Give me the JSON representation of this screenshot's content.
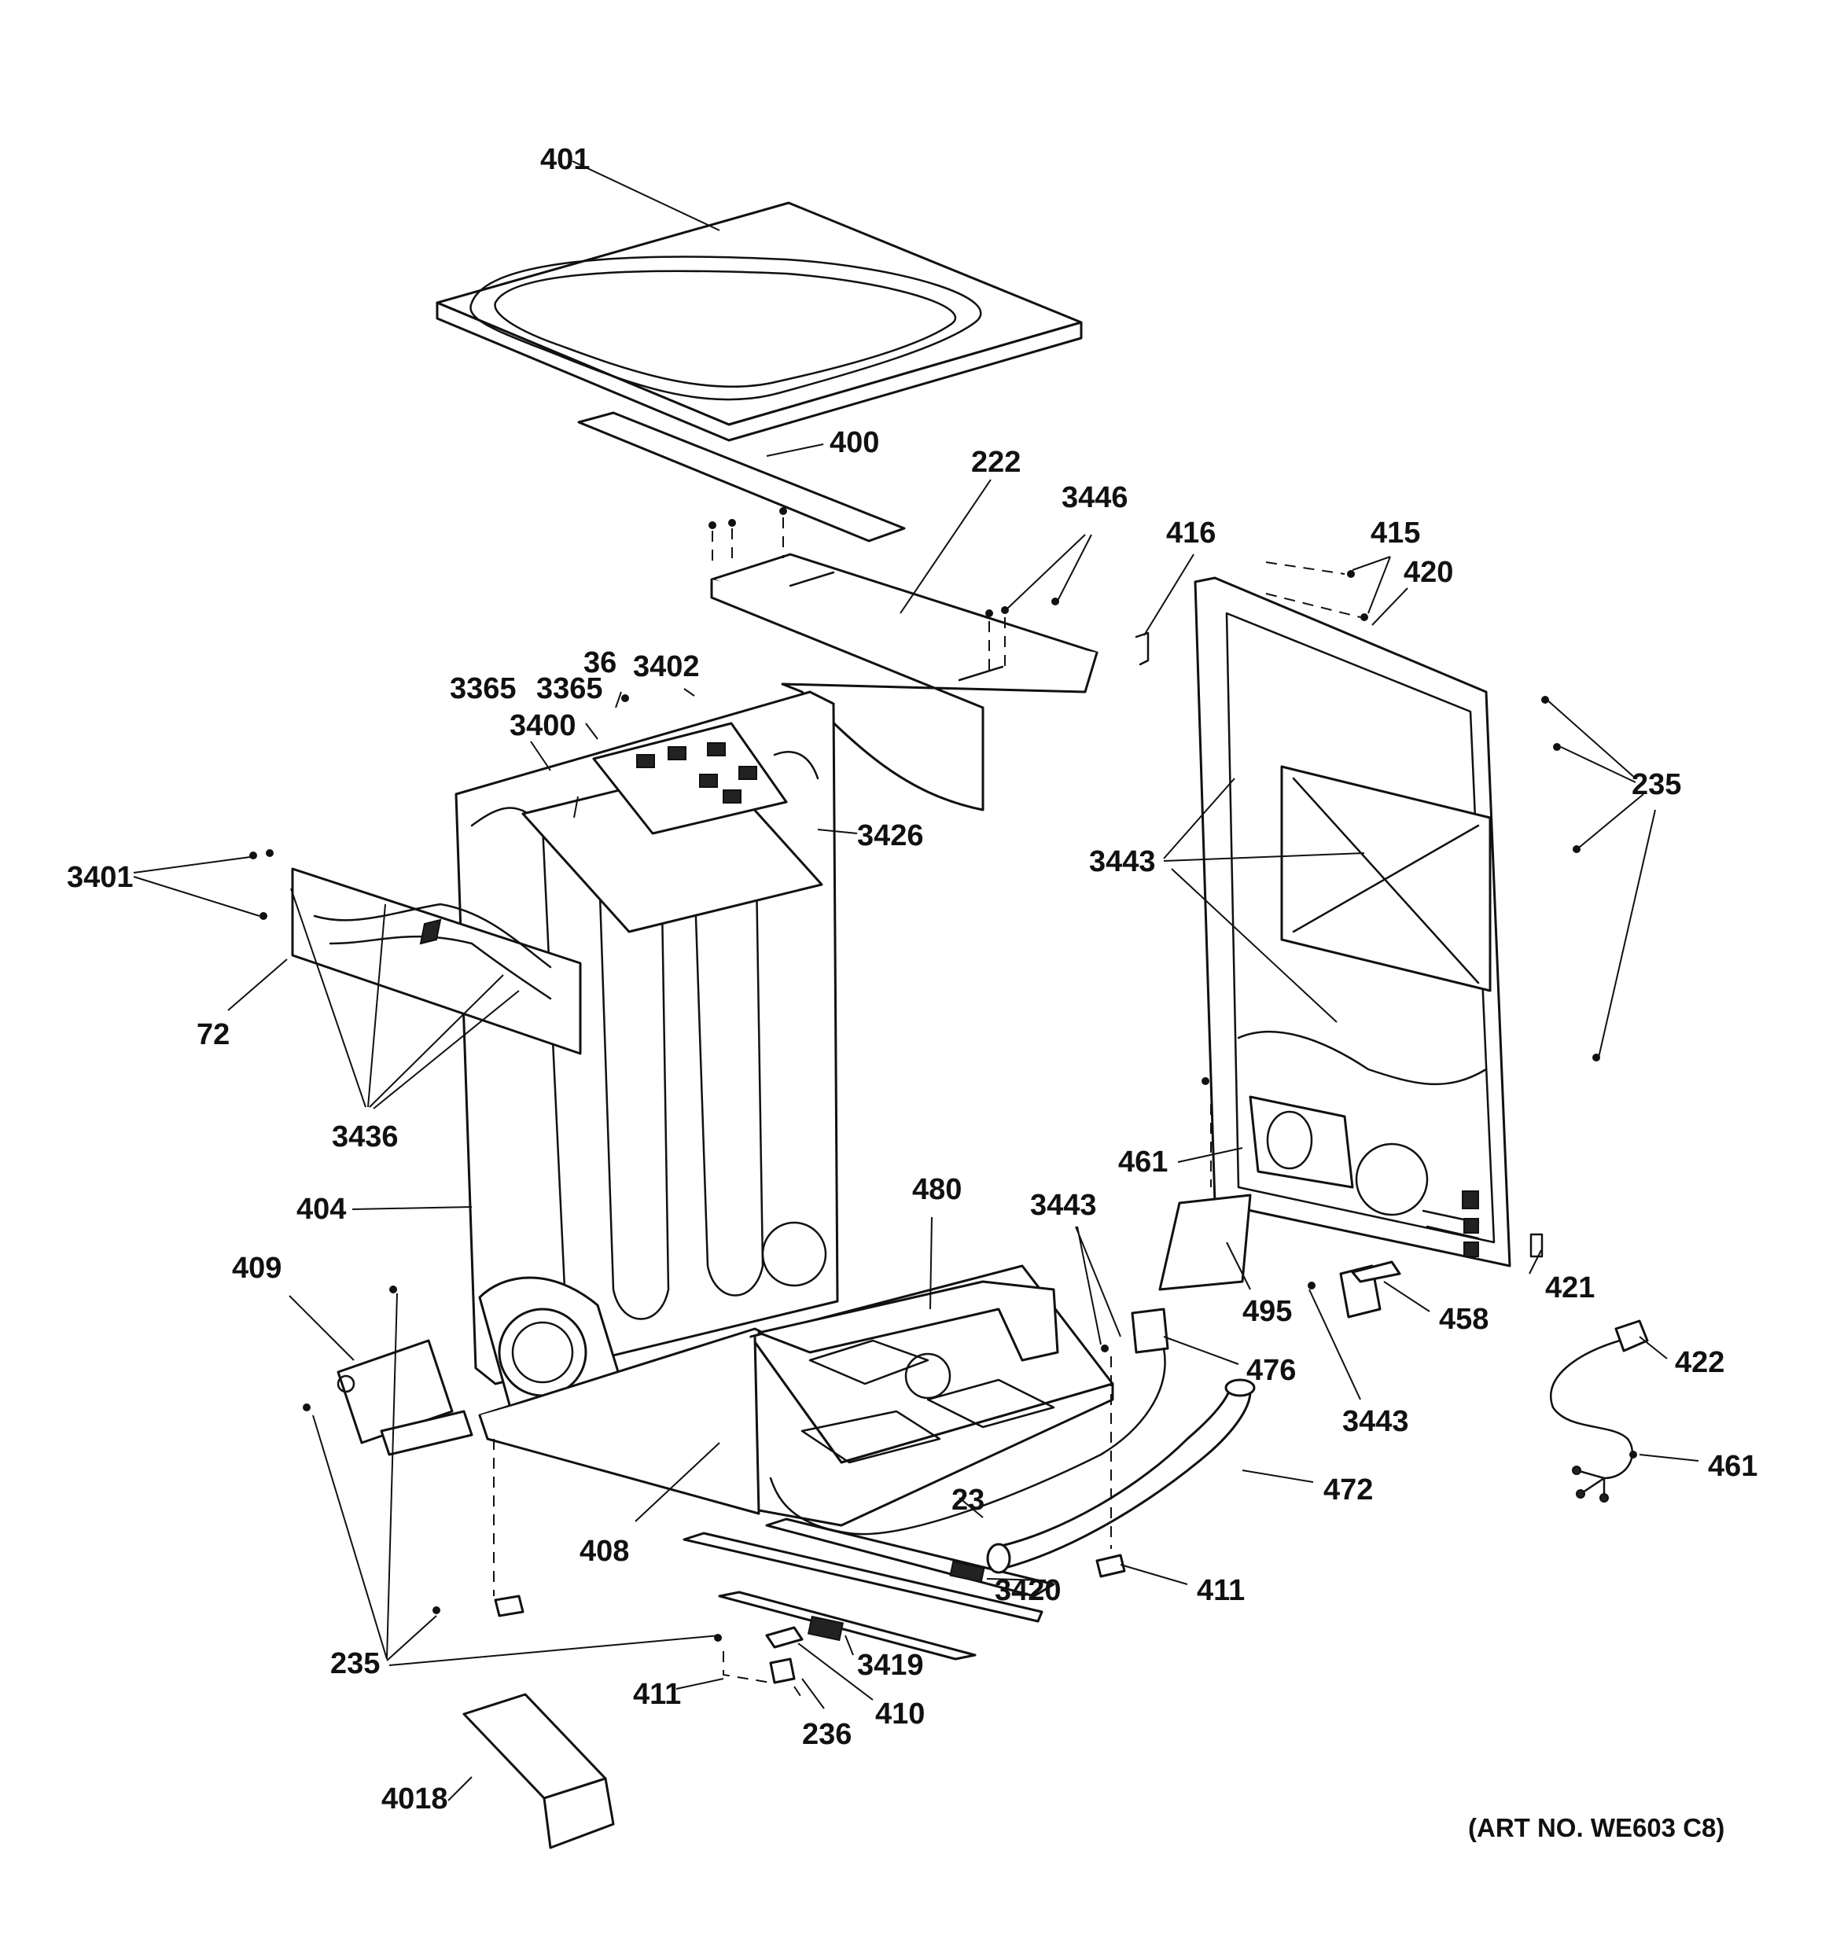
{
  "diagram": {
    "caption": "(ART NO. WE603 C8)",
    "callouts": [
      {
        "id": "c-401",
        "text": "401"
      },
      {
        "id": "c-400",
        "text": "400"
      },
      {
        "id": "c-222",
        "text": "222"
      },
      {
        "id": "c-3446",
        "text": "3446"
      },
      {
        "id": "c-416",
        "text": "416"
      },
      {
        "id": "c-415",
        "text": "415"
      },
      {
        "id": "c-420",
        "text": "420"
      },
      {
        "id": "c-235-right",
        "text": "235"
      },
      {
        "id": "c-36",
        "text": "36"
      },
      {
        "id": "c-3402",
        "text": "3402"
      },
      {
        "id": "c-3365-a",
        "text": "3365"
      },
      {
        "id": "c-3365-b",
        "text": "3365"
      },
      {
        "id": "c-3400",
        "text": "3400"
      },
      {
        "id": "c-3426",
        "text": "3426"
      },
      {
        "id": "c-3443-top",
        "text": "3443"
      },
      {
        "id": "c-3401",
        "text": "3401"
      },
      {
        "id": "c-72",
        "text": "72"
      },
      {
        "id": "c-3436",
        "text": "3436"
      },
      {
        "id": "c-461-mid",
        "text": "461"
      },
      {
        "id": "c-404",
        "text": "404"
      },
      {
        "id": "c-480",
        "text": "480"
      },
      {
        "id": "c-3443-mid",
        "text": "3443"
      },
      {
        "id": "c-421",
        "text": "421"
      },
      {
        "id": "c-495",
        "text": "495"
      },
      {
        "id": "c-458",
        "text": "458"
      },
      {
        "id": "c-409",
        "text": "409"
      },
      {
        "id": "c-422",
        "text": "422"
      },
      {
        "id": "c-476",
        "text": "476"
      },
      {
        "id": "c-3443-low",
        "text": "3443"
      },
      {
        "id": "c-461-right",
        "text": "461"
      },
      {
        "id": "c-472",
        "text": "472"
      },
      {
        "id": "c-23",
        "text": "23"
      },
      {
        "id": "c-408",
        "text": "408"
      },
      {
        "id": "c-3420",
        "text": "3420"
      },
      {
        "id": "c-411-right",
        "text": "411"
      },
      {
        "id": "c-235-left",
        "text": "235"
      },
      {
        "id": "c-3419",
        "text": "3419"
      },
      {
        "id": "c-411-left",
        "text": "411"
      },
      {
        "id": "c-410",
        "text": "410"
      },
      {
        "id": "c-236",
        "text": "236"
      },
      {
        "id": "c-4018",
        "text": "4018"
      }
    ]
  }
}
